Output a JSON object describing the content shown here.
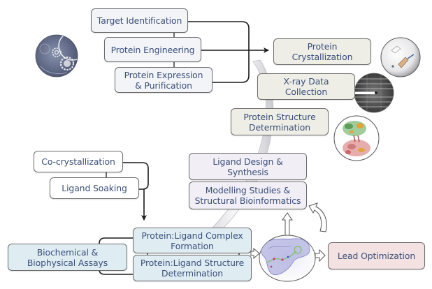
{
  "diagram": {
    "title": "Structure-based drug discovery workflow",
    "colors": {
      "text": "#3a4f7a",
      "border": "#6e6e6e",
      "connector": "#1a1a1a",
      "early_stage_fill": "#f3f4f7",
      "structure_stage_fill": "#eeeee6",
      "design_stage_fill": "#f1eef5",
      "ligand_prep_fill": "#ffffff",
      "complex_stage_fill": "#dfedf3",
      "lead_fill": "#f4e1e1"
    },
    "nodes": {
      "target_identification": {
        "lines": [
          "Target Identification"
        ]
      },
      "protein_engineering": {
        "lines": [
          "Protein Engineering"
        ]
      },
      "protein_expression": {
        "lines": [
          "Protein Expression",
          "& Purification"
        ]
      },
      "protein_crystallization": {
        "lines": [
          "Protein",
          "Crystallization"
        ]
      },
      "xray_data_collection": {
        "lines": [
          "X-ray Data",
          "Collection"
        ]
      },
      "protein_structure_determination": {
        "lines": [
          "Protein Structure",
          "Determination"
        ]
      },
      "ligand_design": {
        "lines": [
          "Ligand Design &",
          "Synthesis"
        ]
      },
      "modelling_studies": {
        "lines": [
          "Modelling Studies &",
          "Structural Bioinformatics"
        ]
      },
      "co_crystallization": {
        "lines": [
          "Co-crystallization"
        ]
      },
      "ligand_soaking": {
        "lines": [
          "Ligand Soaking"
        ]
      },
      "biochemical_assays": {
        "lines": [
          "Biochemical &",
          "Biophysical Assays"
        ]
      },
      "complex_formation": {
        "lines": [
          "Protein:Ligand Complex",
          "Formation"
        ]
      },
      "complex_structure_determination": {
        "lines": [
          "Protein:Ligand Structure",
          "Determination"
        ]
      },
      "lead_optimization": {
        "lines": [
          "Lead Optimization"
        ]
      }
    },
    "illustrations": [
      {
        "name": "gears-illustration",
        "icon": "gears-icon"
      },
      {
        "name": "protein-crystal-photo",
        "icon": "crystal-icon"
      },
      {
        "name": "xray-diffraction-pattern",
        "icon": "diffraction-icon"
      },
      {
        "name": "protein-structure-ribbon",
        "icon": "protein-ribbon-icon"
      },
      {
        "name": "ligand-binding-pocket",
        "icon": "binding-pocket-icon"
      }
    ],
    "edges": [
      {
        "from": "target_identification",
        "to": "protein_crystallization"
      },
      {
        "from": "protein_engineering",
        "to": "protein_crystallization"
      },
      {
        "from": "protein_expression",
        "to": "protein_crystallization"
      },
      {
        "from": "co_crystallization",
        "to": "complex_formation"
      },
      {
        "from": "ligand_soaking",
        "to": "complex_formation"
      },
      {
        "from": "complex_formation",
        "to": "ligand_binding_pocket"
      },
      {
        "from": "ligand_binding_pocket",
        "to": "modelling_studies"
      },
      {
        "from": "ligand_binding_pocket",
        "to": "lead_optimization"
      },
      {
        "from": "biochemical_assays",
        "to": "complex_formation"
      },
      {
        "from": "biochemical_assays",
        "to": "complex_structure_determination"
      }
    ]
  }
}
